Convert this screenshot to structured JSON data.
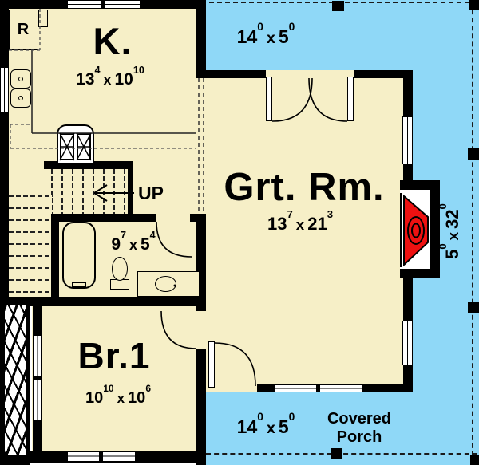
{
  "plan": {
    "title_hint": "first floor plan",
    "rooms": {
      "kitchen": {
        "label": "K."
      },
      "great_room": {
        "label": "Grt. Rm."
      },
      "bedroom": {
        "label": "Br.1"
      },
      "covered_porch": {
        "label": "Covered Porch"
      },
      "refrigerator": {
        "label": "R"
      },
      "stairs": {
        "label": "UP"
      }
    },
    "separator": "x",
    "dimensions": {
      "kitchen": {
        "w": "13",
        "w_sup": "4",
        "l": "10",
        "l_sup": "10"
      },
      "great_room": {
        "w": "13",
        "w_sup": "7",
        "l": "21",
        "l_sup": "3"
      },
      "bath": {
        "w": "9",
        "w_sup": "7",
        "l": "5",
        "l_sup": "4"
      },
      "bedroom": {
        "w": "10",
        "w_sup": "10",
        "l": "10",
        "l_sup": "6"
      },
      "porch_top": {
        "w": "14",
        "w_sup": "0",
        "l": "5",
        "l_sup": "0"
      },
      "porch_bottom": {
        "w": "14",
        "w_sup": "0",
        "l": "5",
        "l_sup": "0"
      },
      "fireplace": {
        "w": "5",
        "w_sup": "0",
        "l": "32",
        "l_sup": "0"
      }
    },
    "colors": {
      "floor": "#F6EFC7",
      "porch": "#8FD8F7",
      "wall": "#000000",
      "fireplace": "#EE1111"
    }
  }
}
